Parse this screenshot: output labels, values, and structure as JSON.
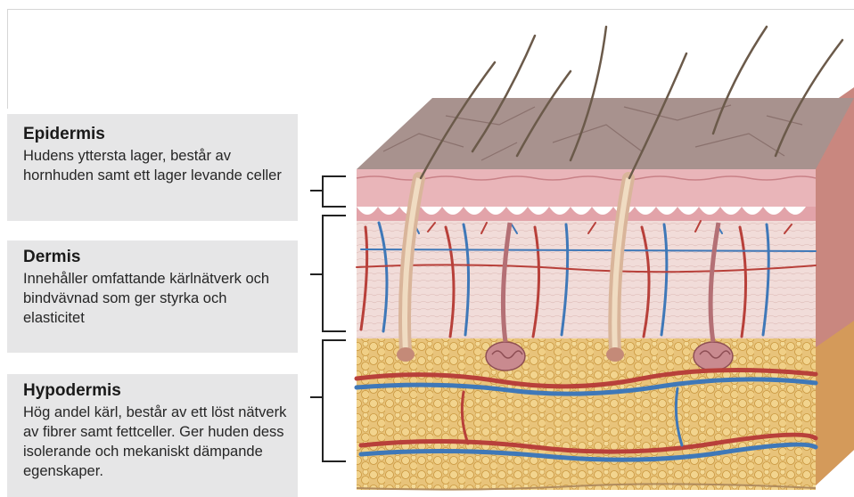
{
  "layers": [
    {
      "title": "Epidermis",
      "description": "Hudens yttersta lager, består av hornhuden samt ett lager levande celler"
    },
    {
      "title": "Dermis",
      "description": "Innehåller omfattande kärlnätverk och bindvävnad som ger styrka och elasticitet"
    },
    {
      "title": "Hypodermis",
      "description": "Hög andel kärl, består av ett löst nätverk av fibrer samt fettceller. Ger huden dess isolerande och mekaniskt dämpande egenskaper."
    }
  ],
  "colors": {
    "panel_bg": "#e6e6e7",
    "epidermis_top": "#a58f8c",
    "epidermis_pink": "#e7b2b6",
    "dermis": "#efd8d6",
    "hypodermis_fat": "#e8c37a",
    "artery": "#b8403a",
    "vein": "#3f78b8",
    "hair": "#6b5a4a"
  }
}
